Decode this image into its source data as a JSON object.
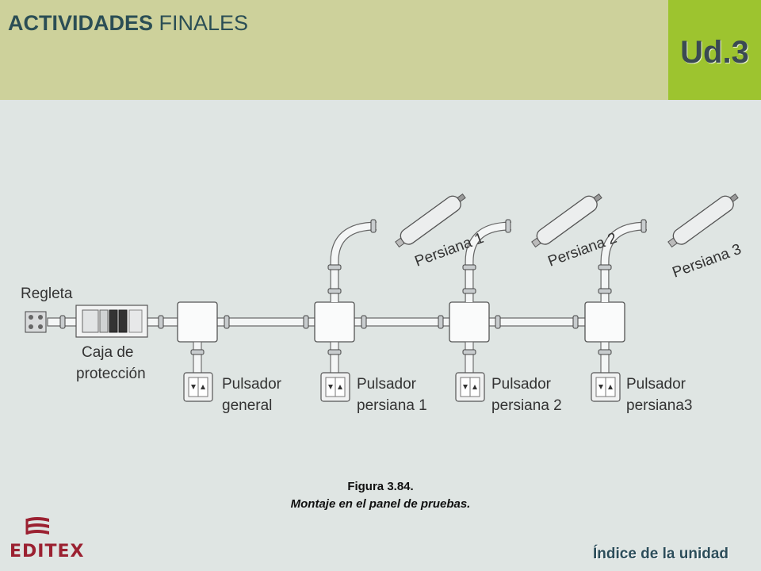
{
  "header": {
    "title_bold": "ACTIVIDADES",
    "title_light": "FINALES",
    "unit": "Ud.3",
    "bg_color": "#cdd19b",
    "unit_color": "#9dc42f"
  },
  "diagram": {
    "regleta": "Regleta",
    "caja_line1": "Caja de",
    "caja_line2": "protección",
    "pulsadores": [
      {
        "line1": "Pulsador",
        "line2": "general"
      },
      {
        "line1": "Pulsador",
        "line2": "persiana 1"
      },
      {
        "line1": "Pulsador",
        "line2": "persiana 2"
      },
      {
        "line1": "Pulsador",
        "line2": "persiana3"
      }
    ],
    "persianas": [
      "Persiana 1",
      "Persiana 2",
      "Persiana 3"
    ]
  },
  "caption": {
    "number": "Figura 3.84.",
    "description": "Montaje en el panel de pruebas."
  },
  "footer": {
    "logo_text": "EDITEX",
    "logo_icon": "editex-books-icon",
    "index_link": "Índice de la unidad"
  }
}
